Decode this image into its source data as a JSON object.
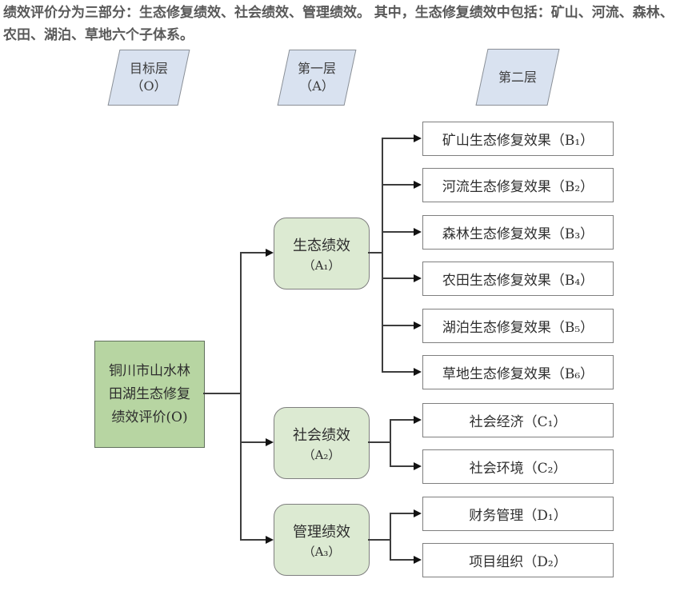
{
  "header": {
    "text": "绩效评价分为三部分：生态修复绩效、社会绩效、管理绩效。 其中，生态修复绩效中包括：矿山、河流、森林、农田、湖泊、草地六个子体系。"
  },
  "legend": {
    "goal_layer": {
      "title": "目标层",
      "code": "（O）"
    },
    "first_layer": {
      "title": "第一层",
      "code": "（A）"
    },
    "second_layer": {
      "title": "第二层",
      "code": ""
    }
  },
  "root": {
    "line1": "铜川市山水林",
    "line2": "田湖生态修复",
    "line3": "绩效评价(O)"
  },
  "level1": [
    {
      "label": "生态绩效",
      "code": "（A₁）"
    },
    {
      "label": "社会绩效",
      "code": "（A₂）"
    },
    {
      "label": "管理绩效",
      "code": "（A₃）"
    }
  ],
  "level2": {
    "eco": [
      "矿山生态修复效果（B₁）",
      "河流生态修复效果（B₂）",
      "森林生态修复效果（B₃）",
      "农田生态修复效果（B₄）",
      "湖泊生态修复效果（B₅）",
      "草地生态修复效果（B₆）"
    ],
    "social": [
      "社会经济（C₁）",
      "社会环境（C₂）"
    ],
    "management": [
      "财务管理（D₁）",
      "项目组织（D₂）"
    ]
  },
  "colors": {
    "layer_fill": "#d9e2f0",
    "root_fill": "#b7d5a2",
    "level1_fill": "#dcead2",
    "box_border": "#7f7f7f",
    "connector_line": "#3d3d3d",
    "header_text": "#595959"
  }
}
